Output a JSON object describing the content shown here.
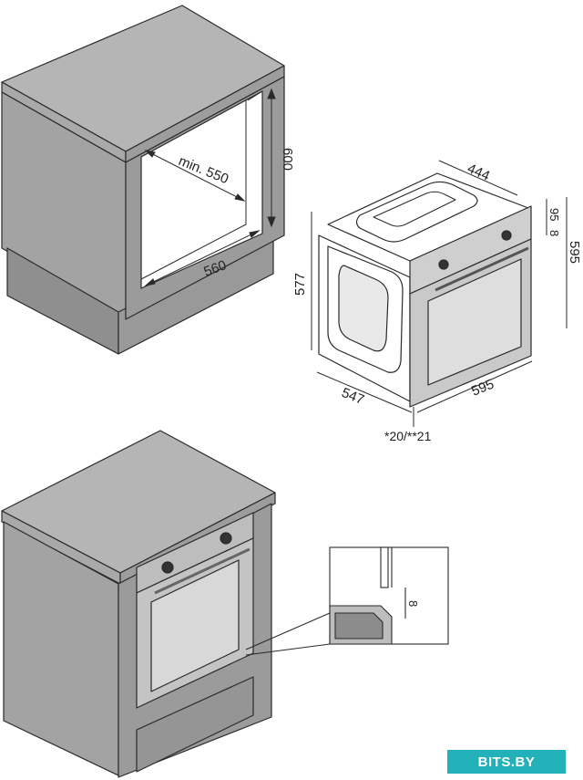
{
  "colors": {
    "cabinet_top": "#b5b5b5",
    "cabinet_side": "#a3a3a3",
    "cabinet_front": "#9b9b9b",
    "line": "#2a2a2a",
    "glass": "#dcdcdc",
    "panel": "#cfcfcf",
    "logo_bg": "#22b0b9"
  },
  "niche": {
    "depth_label": "min. 550",
    "width_label": "560",
    "height_label": "600"
  },
  "oven": {
    "width_label": "444",
    "top_a_label": "95",
    "top_b_label": "8",
    "height_label": "595",
    "side_height_label": "577",
    "depth_label": "547",
    "front_width_label": "595",
    "tolerance_label": "*20/**21"
  },
  "detail": {
    "gap_label": "8"
  },
  "logo": {
    "text": "BITS.BY"
  }
}
